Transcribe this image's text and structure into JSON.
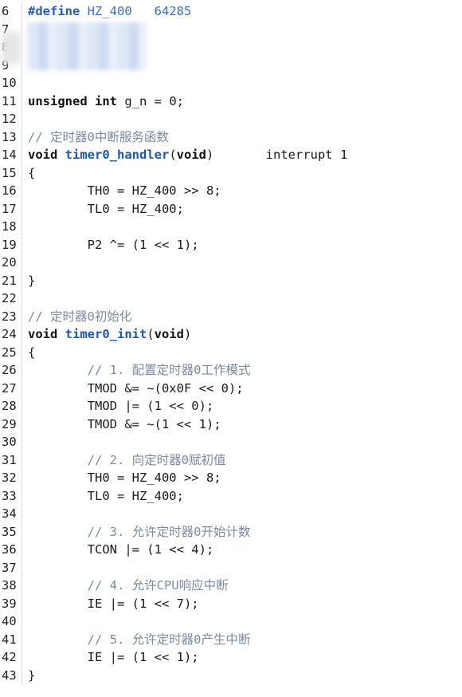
{
  "lines": [
    {
      "n": "6",
      "segments": [
        {
          "t": "#define",
          "c": "define"
        },
        {
          "t": " "
        },
        {
          "t": "HZ_400",
          "c": "macro"
        },
        {
          "t": "   "
        },
        {
          "t": "64285",
          "c": "num"
        }
      ]
    },
    {
      "n": "7",
      "segments": []
    },
    {
      "n": "8",
      "segments": []
    },
    {
      "n": "9",
      "segments": []
    },
    {
      "n": "10",
      "segments": []
    },
    {
      "n": "11",
      "segments": [
        {
          "t": "unsigned",
          "c": "kw"
        },
        {
          "t": " "
        },
        {
          "t": "int",
          "c": "kw"
        },
        {
          "t": " g_n = 0;"
        }
      ]
    },
    {
      "n": "12",
      "segments": []
    },
    {
      "n": "13",
      "segments": [
        {
          "t": "// 定时器0中断服务函数",
          "c": "cm"
        }
      ]
    },
    {
      "n": "14",
      "segments": [
        {
          "t": "void",
          "c": "kw"
        },
        {
          "t": " "
        },
        {
          "t": "timer0_handler",
          "c": "fn"
        },
        {
          "t": "("
        },
        {
          "t": "void",
          "c": "kw"
        },
        {
          "t": ")       interrupt 1"
        }
      ]
    },
    {
      "n": "15",
      "segments": [
        {
          "t": "{"
        }
      ]
    },
    {
      "n": "16",
      "segments": [
        {
          "t": "        TH0 = HZ_400 >> 8;"
        }
      ]
    },
    {
      "n": "17",
      "segments": [
        {
          "t": "        TL0 = HZ_400;"
        }
      ]
    },
    {
      "n": "18",
      "segments": []
    },
    {
      "n": "19",
      "segments": [
        {
          "t": "        P2 ^= (1 << 1);"
        }
      ]
    },
    {
      "n": "20",
      "segments": []
    },
    {
      "n": "21",
      "segments": [
        {
          "t": "}"
        }
      ]
    },
    {
      "n": "22",
      "segments": []
    },
    {
      "n": "23",
      "segments": [
        {
          "t": "// 定时器0初始化",
          "c": "cm"
        }
      ]
    },
    {
      "n": "24",
      "segments": [
        {
          "t": "void",
          "c": "kw"
        },
        {
          "t": " "
        },
        {
          "t": "timer0_init",
          "c": "fn"
        },
        {
          "t": "("
        },
        {
          "t": "void",
          "c": "kw"
        },
        {
          "t": ")"
        }
      ]
    },
    {
      "n": "25",
      "segments": [
        {
          "t": "{"
        }
      ]
    },
    {
      "n": "26",
      "segments": [
        {
          "t": "        "
        },
        {
          "t": "// 1. 配置定时器0工作模式",
          "c": "cm"
        }
      ]
    },
    {
      "n": "27",
      "segments": [
        {
          "t": "        TMOD &= ~(0x0F << 0);"
        }
      ]
    },
    {
      "n": "28",
      "segments": [
        {
          "t": "        TMOD |= (1 << 0);"
        }
      ]
    },
    {
      "n": "29",
      "segments": [
        {
          "t": "        TMOD &= ~(1 << 1);"
        }
      ]
    },
    {
      "n": "30",
      "segments": []
    },
    {
      "n": "31",
      "segments": [
        {
          "t": "        "
        },
        {
          "t": "// 2. 向定时器0赋初值",
          "c": "cm"
        }
      ]
    },
    {
      "n": "32",
      "segments": [
        {
          "t": "        TH0 = HZ_400 >> 8;"
        }
      ]
    },
    {
      "n": "33",
      "segments": [
        {
          "t": "        TL0 = HZ_400;"
        }
      ]
    },
    {
      "n": "34",
      "segments": []
    },
    {
      "n": "35",
      "segments": [
        {
          "t": "        "
        },
        {
          "t": "// 3. 允许定时器0开始计数",
          "c": "cm"
        }
      ]
    },
    {
      "n": "36",
      "segments": [
        {
          "t": "        TCON |= (1 << 4);"
        }
      ]
    },
    {
      "n": "37",
      "segments": []
    },
    {
      "n": "38",
      "segments": [
        {
          "t": "        "
        },
        {
          "t": "// 4. 允许CPU响应中断",
          "c": "cm"
        }
      ]
    },
    {
      "n": "39",
      "segments": [
        {
          "t": "        IE |= (1 << 7);"
        }
      ]
    },
    {
      "n": "40",
      "segments": []
    },
    {
      "n": "41",
      "segments": [
        {
          "t": "        "
        },
        {
          "t": "// 5. 允许定时器0产生中断",
          "c": "cm"
        }
      ]
    },
    {
      "n": "42",
      "segments": [
        {
          "t": "        IE |= (1 << 1);"
        }
      ]
    },
    {
      "n": "43",
      "segments": [
        {
          "t": "}"
        }
      ]
    }
  ]
}
